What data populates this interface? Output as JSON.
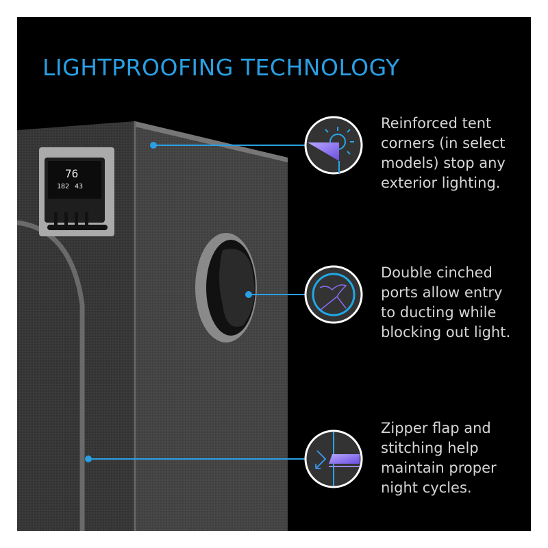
{
  "title": "LIGHTPROOFING TECHNOLOGY",
  "accent_color": "#2a9fe3",
  "features": [
    {
      "icon": "tent-corner-sun-icon",
      "text": [
        "Reinforced tent",
        "corners (in select",
        "models) stop any",
        "exterior lighting."
      ]
    },
    {
      "icon": "cinched-port-icon",
      "text": [
        "Double cinched",
        "ports allow entry",
        "to ducting while",
        "blocking out light."
      ]
    },
    {
      "icon": "zipper-flap-icon",
      "text": [
        "Zipper flap and",
        "stitching help",
        "maintain proper",
        "night cycles."
      ]
    }
  ],
  "controller": {
    "temp": "76",
    "reading_1": "182",
    "reading_2": "43"
  }
}
